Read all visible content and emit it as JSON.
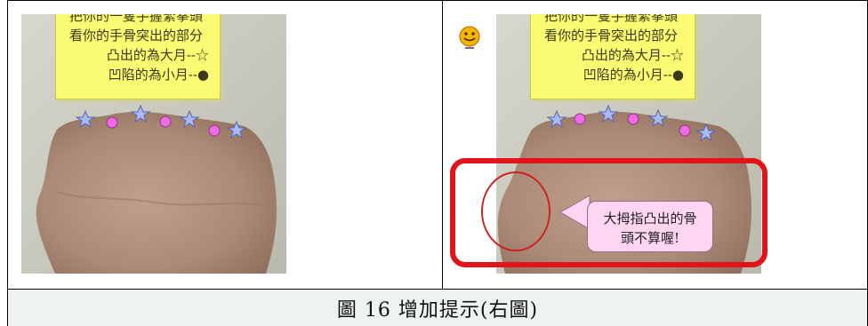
{
  "figure": {
    "left_note": {
      "lines": [
        "把你的一隻手握緊拳頭",
        "看你的手骨突出的部分",
        "凸出的為大月--☆",
        "凹陷的為小月--●"
      ]
    },
    "right_note": {
      "lines": [
        "把你的一隻手握緊拳頭",
        "看你的手骨突出的部分",
        "凸出的為大月--☆",
        "凹陷的為小月--●"
      ]
    },
    "callout": {
      "lines": [
        "大拇指凸出的骨",
        "頭不算喔!"
      ]
    },
    "knuckle_markers_left": [
      "star",
      "circle",
      "star",
      "circle",
      "star",
      "circle",
      "star"
    ],
    "knuckle_markers_right": [
      "star",
      "circle",
      "star",
      "circle",
      "star",
      "circle",
      "star"
    ],
    "colors": {
      "note_yellow": "#fbfb73",
      "star_blue": "#a9b9f2",
      "circle_pink": "#f06ae4",
      "highlight_red": "#e2131b",
      "callout_pink": "#ffd6f2"
    },
    "icons": [
      "smiley-icon",
      "star-icon",
      "circle-marker-icon"
    ]
  },
  "caption": {
    "text": "圖 16 增加提示(右圖)"
  }
}
